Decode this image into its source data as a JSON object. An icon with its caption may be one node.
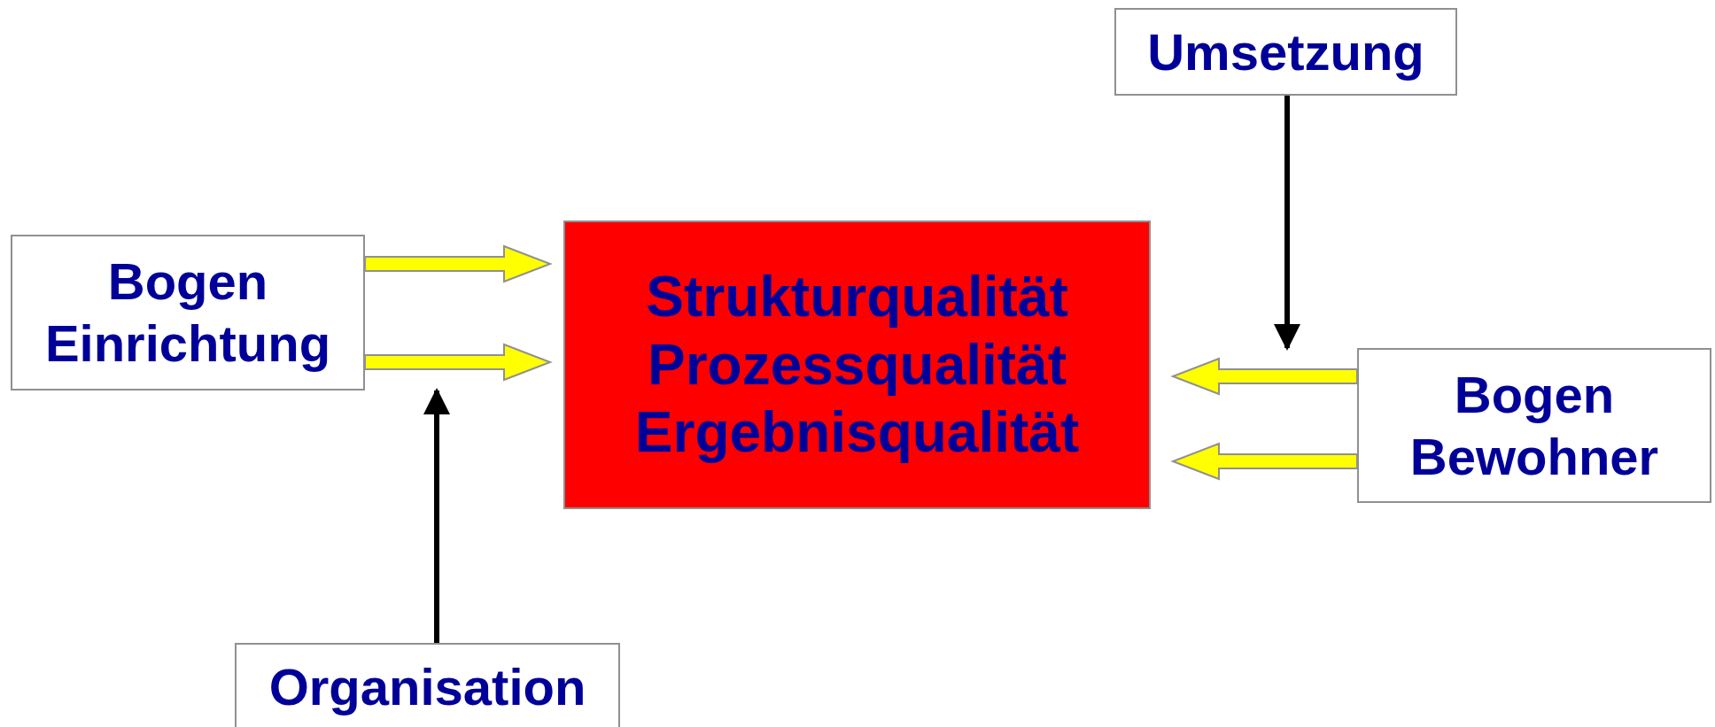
{
  "diagram": {
    "nodes": [
      {
        "text": [
          "Umsetzung"
        ]
      },
      {
        "text": [
          "Bogen Einrichtung"
        ]
      },
      {
        "text": [
          "Strukturqualität",
          "Prozessqualität",
          "Ergebnisqualität"
        ]
      },
      {
        "text": [
          "Bogen Bewohner"
        ]
      },
      {
        "text": [
          "Organisation"
        ]
      }
    ],
    "edges": [
      {
        "from": 1,
        "to": 2,
        "arrow": "to",
        "style": "thick"
      },
      {
        "from": 1,
        "to": 2,
        "arrow": "to",
        "style": "thick"
      },
      {
        "from": 3,
        "to": 2,
        "arrow": "to",
        "style": "thick"
      },
      {
        "from": 3,
        "to": 2,
        "arrow": "to",
        "style": "thick"
      },
      {
        "from": 0,
        "to": null,
        "arrow": "to",
        "color": "#000000"
      },
      {
        "from": 4,
        "to": null,
        "arrow": "to",
        "color": "#000000"
      }
    ]
  }
}
